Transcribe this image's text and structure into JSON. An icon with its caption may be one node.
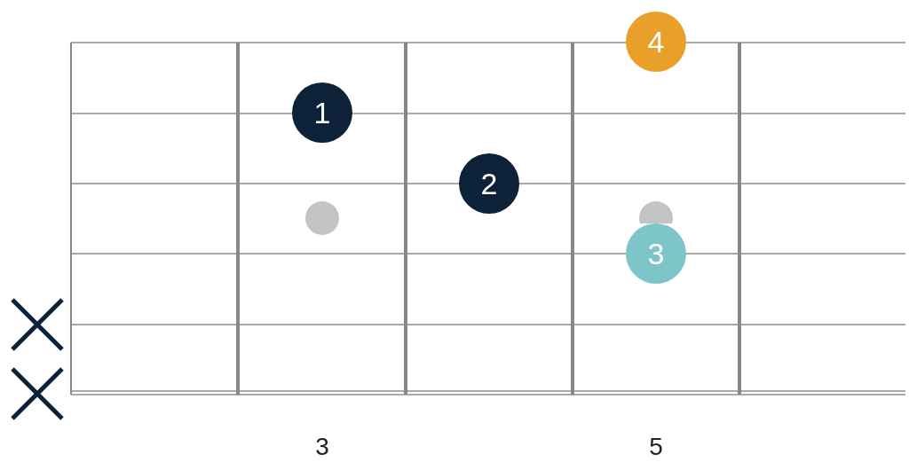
{
  "diagram": {
    "nodes": [
      {
        "text": [
          "1"
        ]
      },
      {
        "text": [
          "2"
        ]
      },
      {
        "text": [
          "3"
        ]
      },
      {
        "text": [
          "4"
        ]
      },
      {
        "text": [],
        "shape": "circle"
      },
      {
        "text": [],
        "shape": "circle"
      }
    ],
    "labels": [
      "3",
      "5"
    ]
  }
}
